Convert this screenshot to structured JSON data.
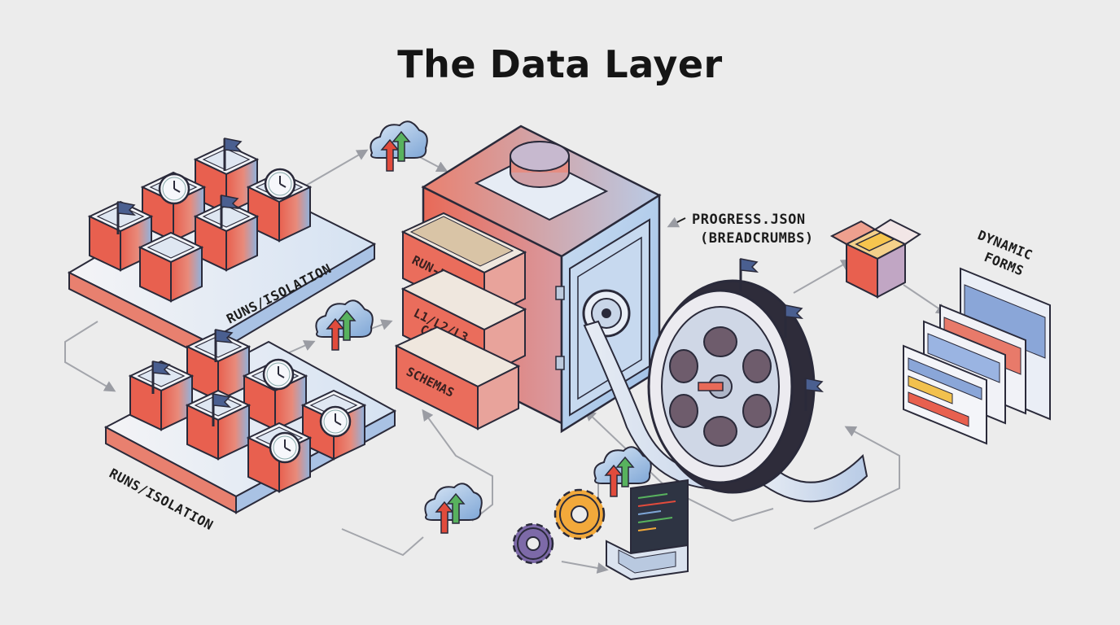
{
  "title": "The Data Layer",
  "labels": {
    "runs_top": "RUNS/ISOLATION",
    "runs_bottom": "RUNS/ISOLATION",
    "progress_line1": "PROGRESS.JSON",
    "progress_line2": "(BREADCRUMBS)",
    "forms_line1": "DYNAMIC",
    "forms_line2": "FORMS"
  },
  "drawers": [
    {
      "lines": [
        "RUN-DATA"
      ]
    },
    {
      "lines": [
        "L1/L2/L3",
        "CONFIG"
      ]
    },
    {
      "lines": [
        "SCHEMAS"
      ]
    }
  ],
  "colors": {
    "coral": "#e8604f",
    "steel_blue": "#7ea6d6",
    "light_blue": "#cfe0f3",
    "outline": "#2a2a3a",
    "gear_orange": "#f2a93b",
    "gear_purple": "#7d6aa8",
    "arrow_green": "#58b25e",
    "arrow_red": "#e14b3c"
  }
}
